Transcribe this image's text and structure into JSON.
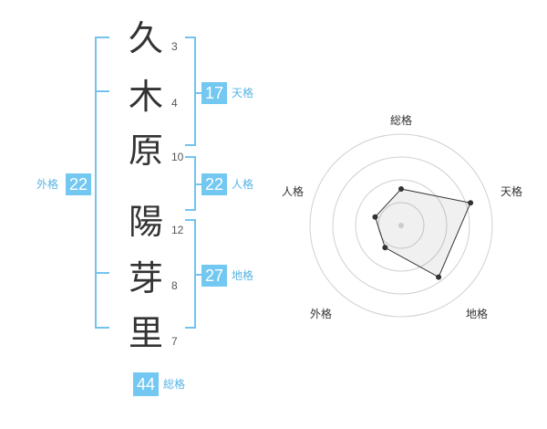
{
  "name_chars": [
    {
      "char": "久",
      "strokes": "3"
    },
    {
      "char": "木",
      "strokes": "4"
    },
    {
      "char": "原",
      "strokes": "10"
    },
    {
      "char": "陽",
      "strokes": "12"
    },
    {
      "char": "芽",
      "strokes": "8"
    },
    {
      "char": "里",
      "strokes": "7"
    }
  ],
  "fortune": {
    "tenkaku": {
      "value": "17",
      "label": "天格"
    },
    "jinkaku": {
      "value": "22",
      "label": "人格"
    },
    "chikaku": {
      "value": "27",
      "label": "地格"
    },
    "gaikaku": {
      "value": "22",
      "label": "外格"
    },
    "soukaku": {
      "value": "44",
      "label": "総格"
    }
  },
  "colors": {
    "accent": "#73c8f2",
    "bracket": "#74c3ef",
    "text": "#333333"
  },
  "radar": {
    "axes": [
      "総格",
      "天格",
      "地格",
      "外格",
      "人格"
    ],
    "values": [
      0.4,
      0.8,
      0.7,
      0.3,
      0.3
    ],
    "rings": 4
  }
}
